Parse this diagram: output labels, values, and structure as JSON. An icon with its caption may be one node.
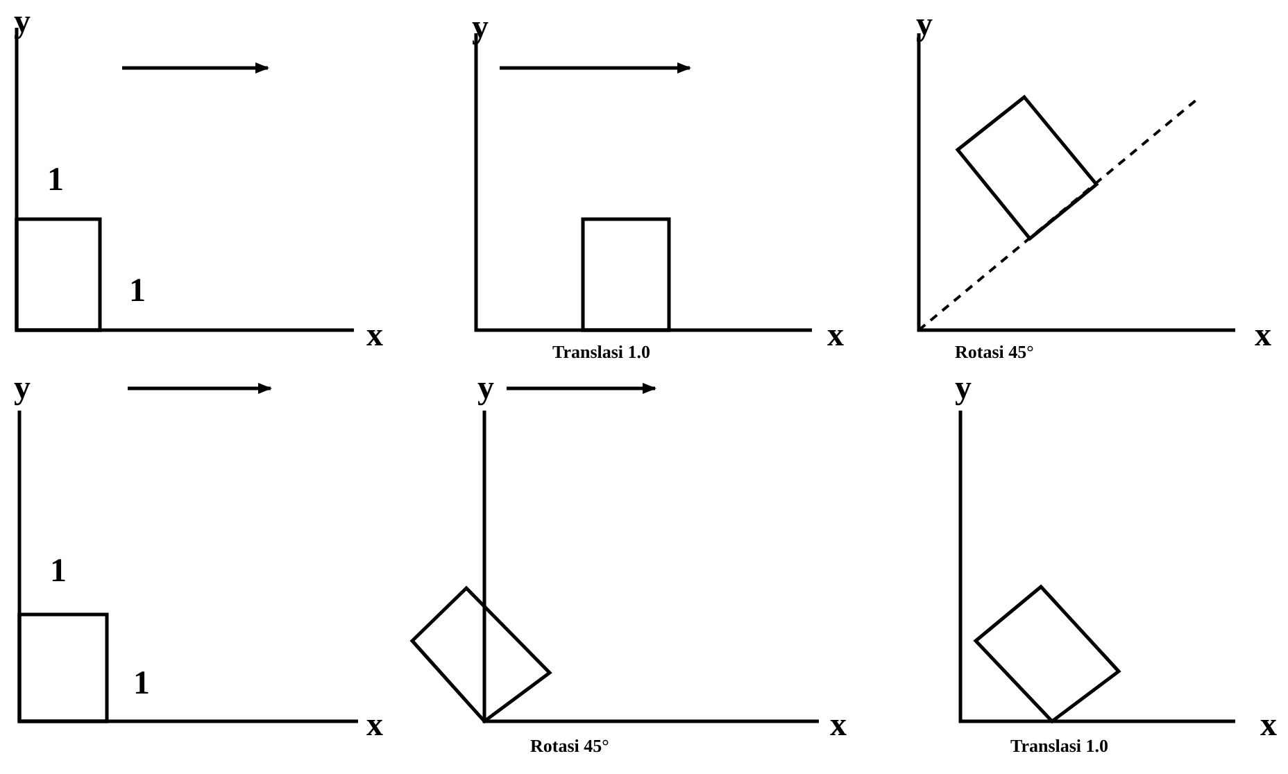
{
  "diagram": {
    "labels": [
      "y",
      "1",
      "1",
      "x",
      "y",
      "x",
      "Translasi 1.0",
      "y",
      "x",
      "Rotasi 45°",
      "y",
      "1",
      "1",
      "x",
      "y",
      "x",
      "Rotasi 45°",
      "y",
      "x",
      "Translasi 1.0"
    ]
  }
}
